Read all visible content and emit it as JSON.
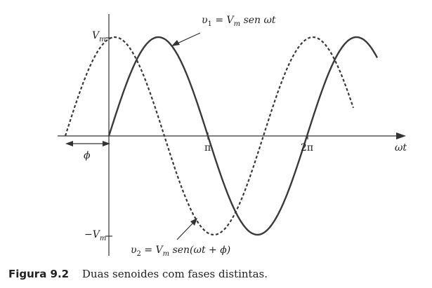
{
  "labels": {
    "vm_pos": "V",
    "vm_pos_sub": "m",
    "vm_neg": "−V",
    "vm_neg_sub": "m",
    "pi": "π",
    "two_pi": "2π",
    "omega_t": "ωt",
    "phi": "ϕ"
  },
  "annotations": {
    "v1_prefix": "υ",
    "v1_sub": "1",
    "v1_mid": " = V",
    "v1_mid_sub": "m",
    "v1_suffix": " sen ωt",
    "v2_prefix": "υ",
    "v2_sub": "2",
    "v2_mid": " = V",
    "v2_mid_sub": "m",
    "v2_suffix": " sen(ωt + ϕ)"
  },
  "caption": {
    "label": "Figura 9.2",
    "text": "Duas senoides com fases distintas."
  },
  "colors": {
    "curve": "#3a3a3a",
    "text": "#222222"
  }
}
